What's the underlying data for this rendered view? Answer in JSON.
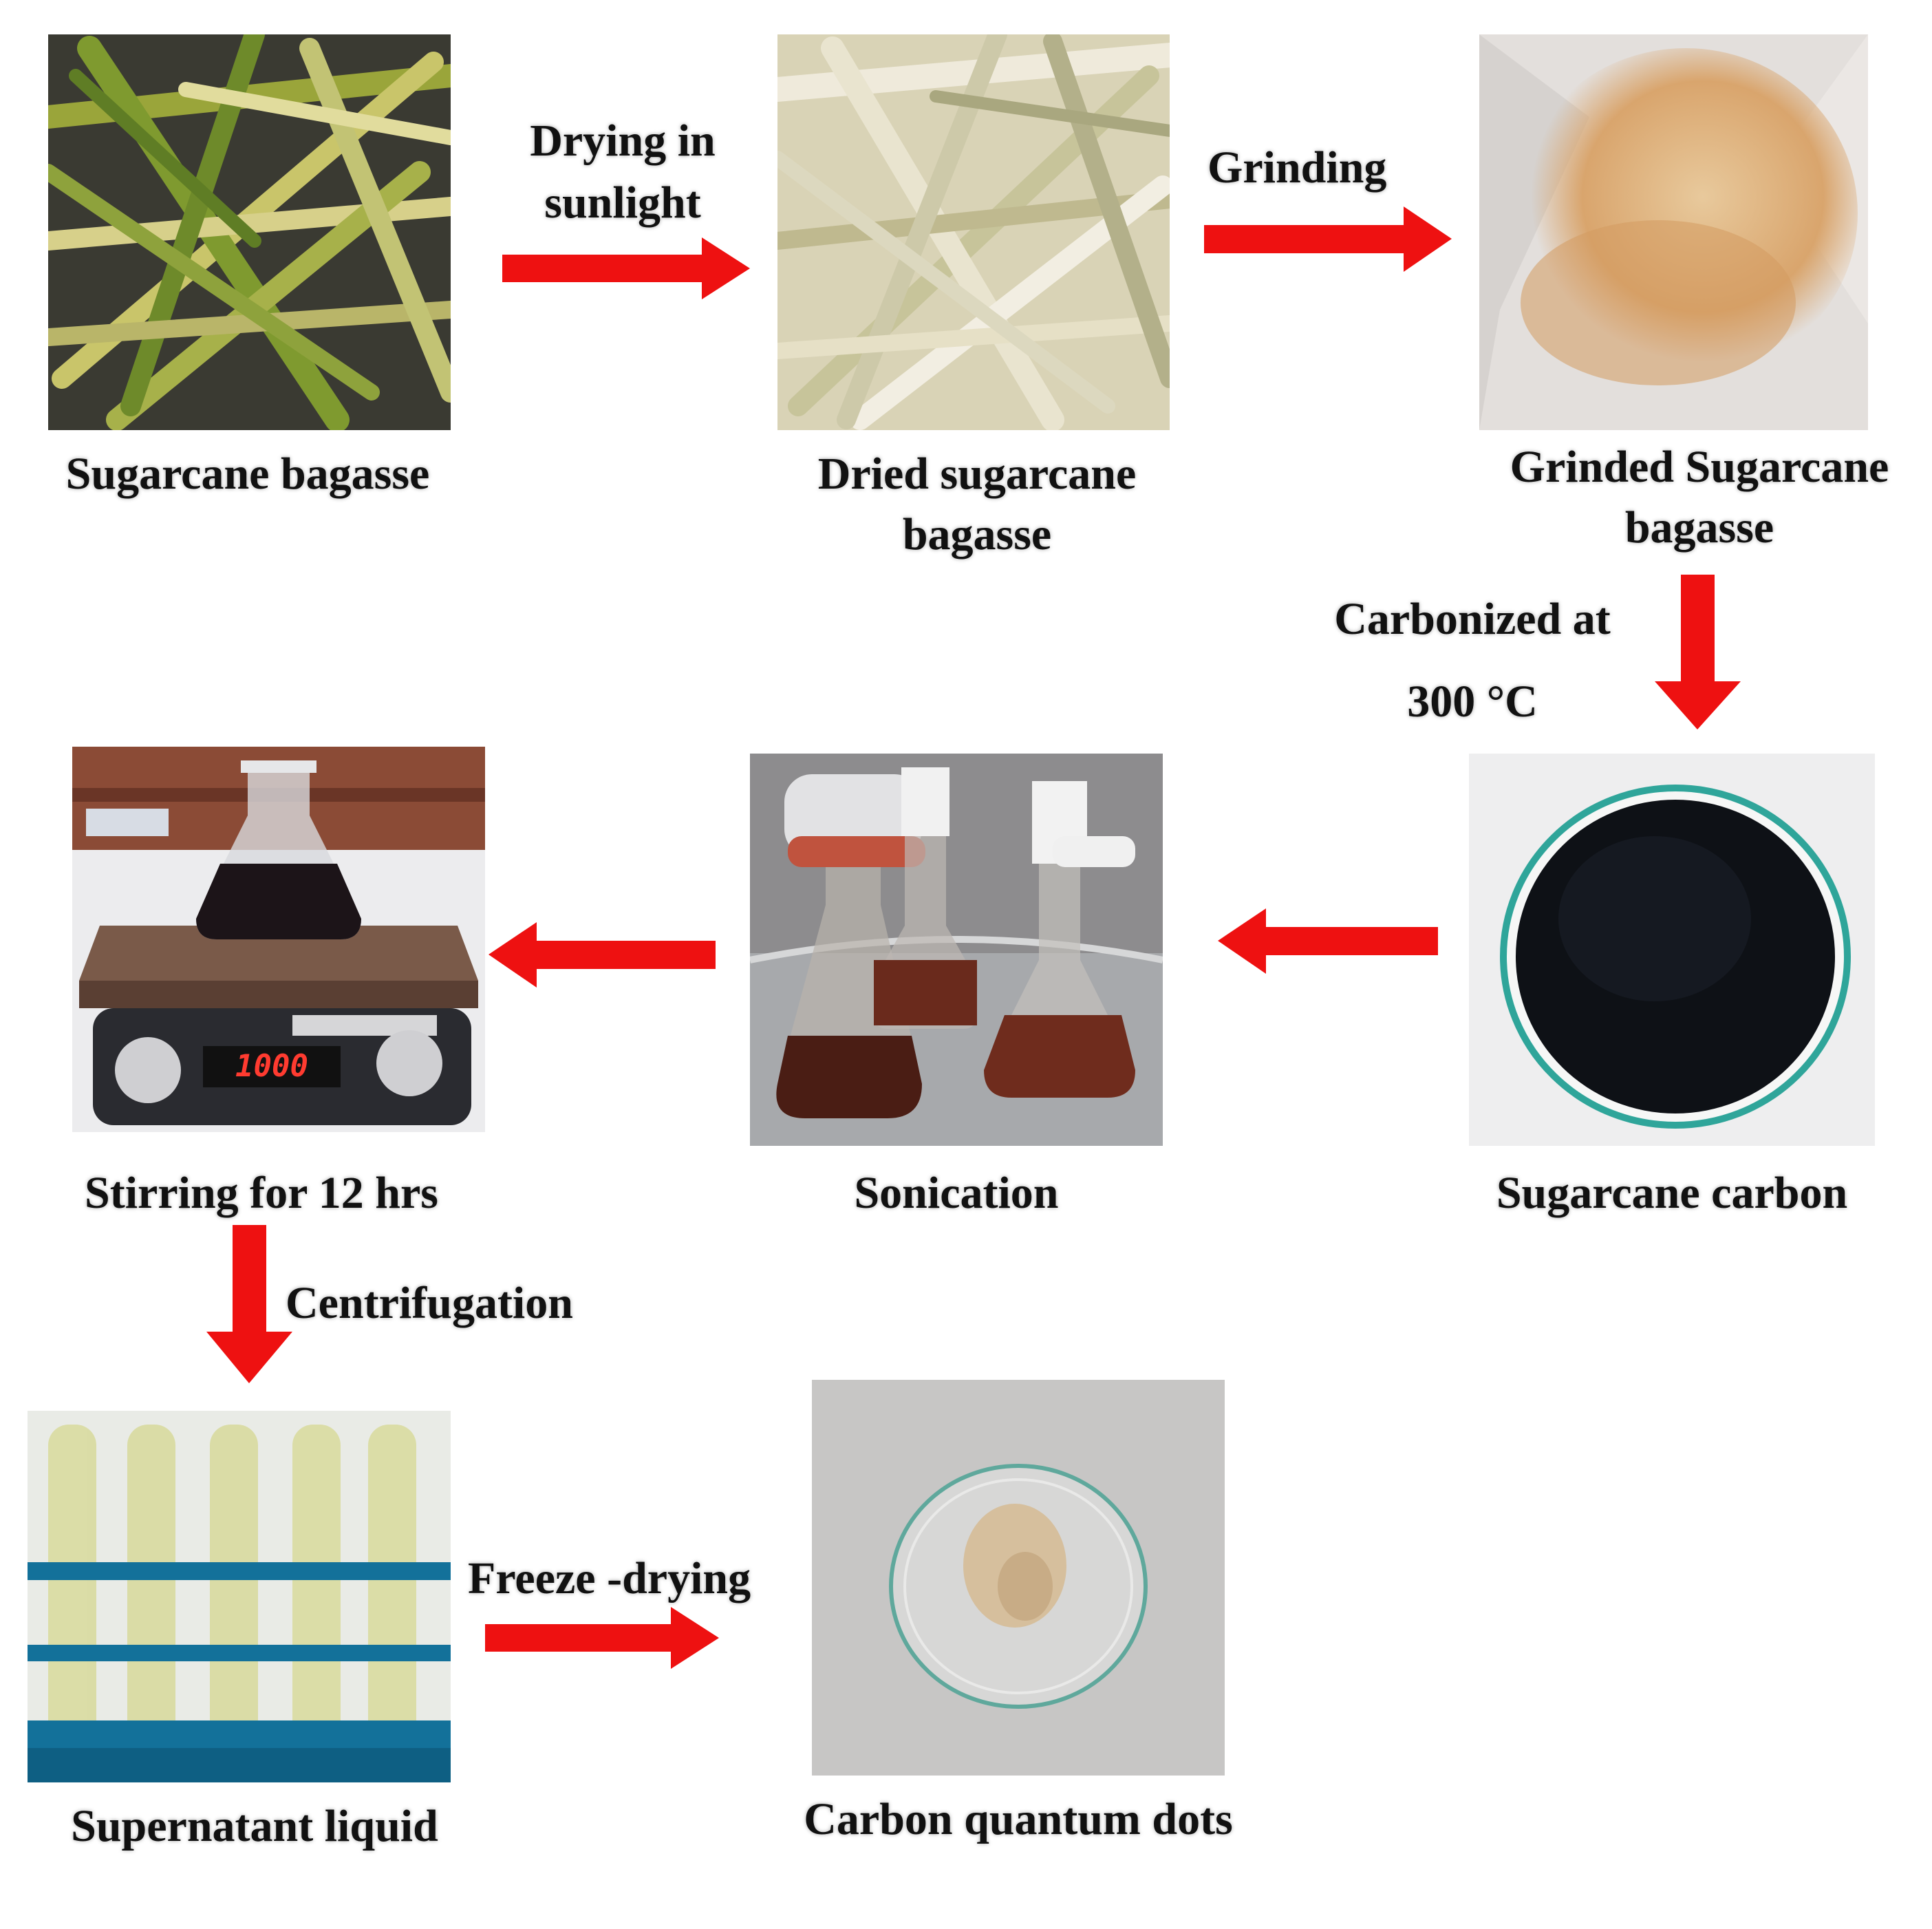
{
  "stages": [
    {
      "id": "sugarcane-bagasse",
      "label": "Sugarcane bagasse"
    },
    {
      "id": "dried-bagasse",
      "label": "Dried sugarcane bagasse"
    },
    {
      "id": "grinded-bagasse",
      "label": "Grinded Sugarcane bagasse"
    },
    {
      "id": "sugarcane-carbon",
      "label": "Sugarcane carbon"
    },
    {
      "id": "sonication",
      "label": "Sonication"
    },
    {
      "id": "stirring",
      "label": "Stirring for 12 hrs"
    },
    {
      "id": "supernatant",
      "label": "Supernatant liquid"
    },
    {
      "id": "cqd",
      "label": "Carbon quantum dots"
    }
  ],
  "steps": {
    "drying": "Drying in sunlight",
    "grinding": "Grinding",
    "carbonized": "Carbonized at 300 °C",
    "centrifugation": "Centrifugation",
    "freeze": "Freeze -drying"
  },
  "device": {
    "stirrer_display": "1000"
  },
  "colors": {
    "arrow": "#ee1111"
  }
}
